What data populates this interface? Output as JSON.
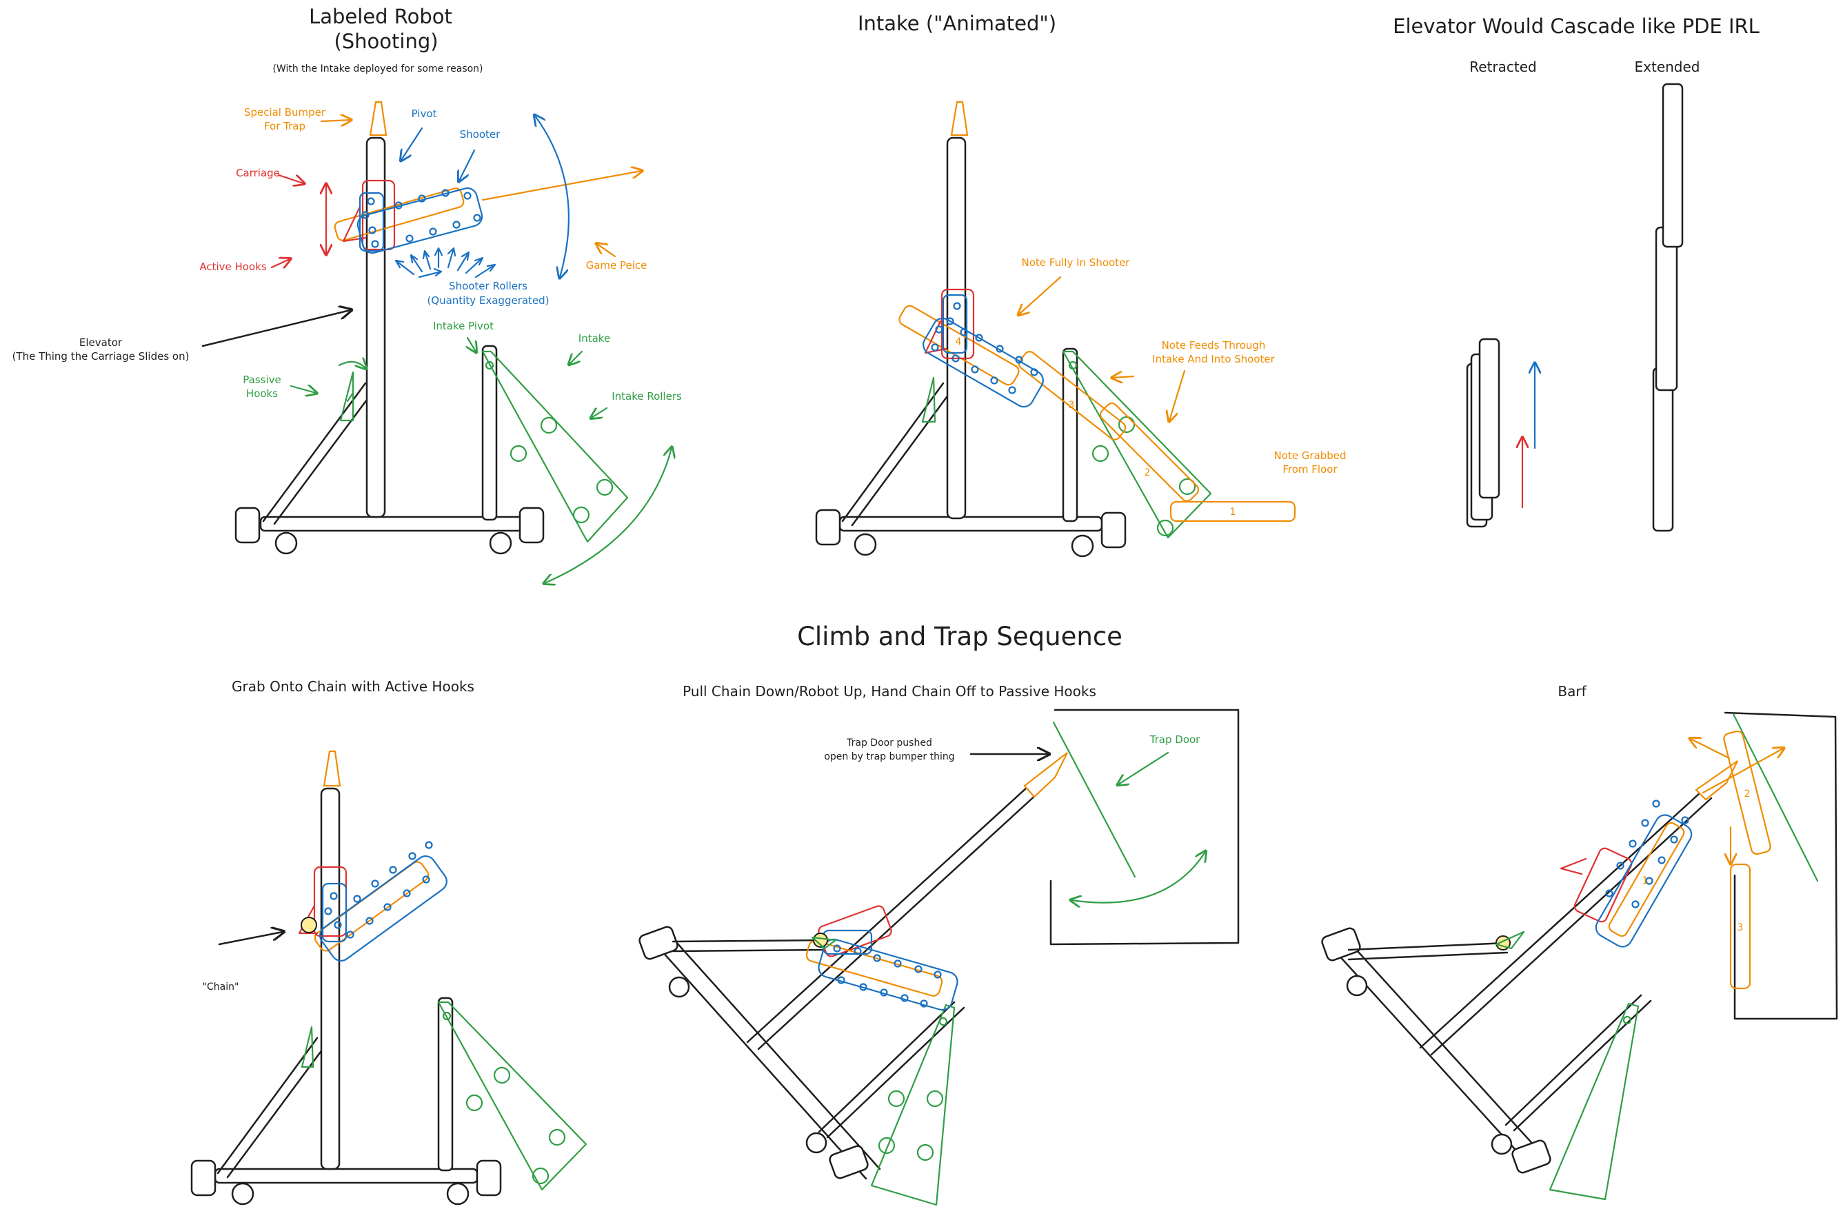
{
  "colors": {
    "ink": "#1e1e1e",
    "orange": "#f08c00",
    "blue": "#1971c2",
    "red": "#e03131",
    "green": "#2f9e44",
    "blue_fill": "#a5d8ff",
    "green_fill": "#b2f2bb",
    "red_fill": "#ffc9c9",
    "chain_fill": "#ffec99"
  },
  "labeled_robot": {
    "title_line1": "Labeled Robot",
    "title_line2": "(Shooting)",
    "subtitle": "(With the Intake deployed for some reason)",
    "labels": {
      "bumper_line1": "Special Bumper",
      "bumper_line2": "For Trap",
      "pivot": "Pivot",
      "shooter": "Shooter",
      "carriage": "Carriage",
      "active_hooks": "Active Hooks",
      "game_piece": "Game Peice",
      "rollers_line1": "Shooter Rollers",
      "rollers_line2": "(Quantity Exaggerated)",
      "elevator_line1": "Elevator",
      "elevator_line2": "(The Thing the Carriage Slides on)",
      "intake_pivot": "Intake Pivot",
      "intake": "Intake",
      "passive_line1": "Passive",
      "passive_line2": "Hooks",
      "intake_rollers": "Intake Rollers"
    }
  },
  "intake_animated": {
    "title": "Intake (\"Animated\")",
    "labels": {
      "fully_in": "Note Fully In Shooter",
      "feeds_line1": "Note Feeds Through",
      "feeds_line2": "Intake And Into Shooter",
      "grabbed_line1": "Note Grabbed",
      "grabbed_line2": "From Floor"
    },
    "note_numbers": [
      "1",
      "2",
      "3",
      "4"
    ]
  },
  "elevator_cascade": {
    "title": "Elevator Would Cascade like PDE IRL",
    "retracted": "Retracted",
    "extended": "Extended"
  },
  "climb": {
    "title": "Climb and Trap Sequence",
    "step1": {
      "title": "Grab Onto Chain with Active Hooks",
      "chain_label": "\"Chain\""
    },
    "step2": {
      "title": "Pull Chain Down/Robot Up, Hand Chain Off to Passive Hooks",
      "trap_line1": "Trap Door pushed",
      "trap_line2": "open by trap bumper thing",
      "trap_door": "Trap Door"
    },
    "step3": {
      "title": "Barf",
      "note_numbers": [
        "1",
        "2",
        "3"
      ]
    }
  }
}
